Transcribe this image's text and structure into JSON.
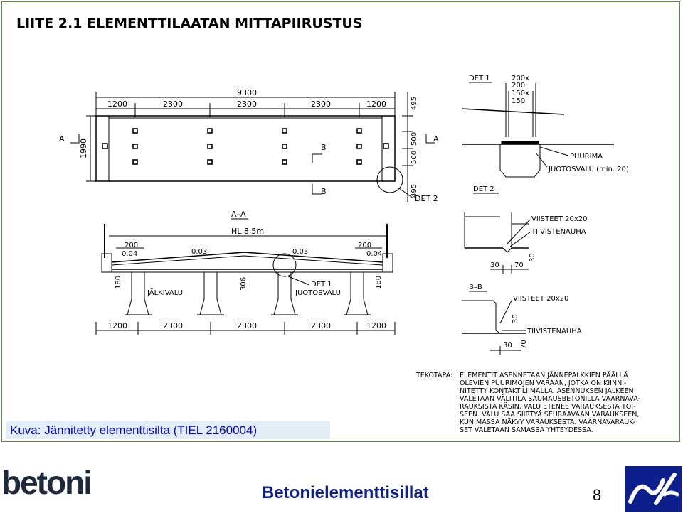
{
  "drawing": {
    "title": "LIITE 2.1 ELEMENTTILAATAN MITTAPIIRUSTUS",
    "plan": {
      "total_width": "9300",
      "spacings": [
        "1200",
        "2300",
        "2300",
        "2300",
        "1200"
      ],
      "height_dim": "1990",
      "right_dims": [
        "495",
        "500",
        "500",
        "495"
      ],
      "section_marks": [
        "A",
        "A",
        "B",
        "B"
      ],
      "det2_label": "DET 2"
    },
    "section_aa": {
      "title": "A–A",
      "hl": "HL 8,5m",
      "slopes": [
        "0.04",
        "0.03",
        "0.03",
        "0.04"
      ],
      "edge_widths": [
        "200",
        "200"
      ],
      "heights": [
        "180",
        "306",
        "180"
      ],
      "labels": [
        "JÄLKIVALU",
        "DET 1",
        "JUOTOSVALU"
      ],
      "bottom_dims": [
        "1200",
        "2300",
        "2300",
        "2300",
        "1200"
      ]
    },
    "det1": {
      "title": "DET 1",
      "dims": [
        "200x",
        "200",
        "150x",
        "150"
      ],
      "labels": [
        "PUURIMA",
        "JUOTOSVALU (min. 20)"
      ]
    },
    "det2": {
      "title": "DET 2",
      "labels": [
        "VIISTEET 20x20",
        "TIIVISTENAUHA"
      ],
      "dims": [
        "30",
        "70",
        "30"
      ]
    },
    "section_bb": {
      "title": "B–B",
      "labels": [
        "VIISTEET 20x20",
        "TIIVISTENAUHA"
      ],
      "dims": [
        "30",
        "70",
        "30"
      ]
    },
    "tekotapa": {
      "label": "TEKOTAPA:",
      "lines": [
        "ELEMENTIT ASENNETAAN JÄNNEPALKKIEN PÄÄLLÄ",
        "OLEVIEN PUURIMOJEN VARAAN, JOTKA ON KIINNI-",
        "NITETTY KONTAKTILIIMALLA. ASENNUKSEN JÄLKEEN",
        "VALETAAN VÄLITILA SAUMAUSBETONILLA VAARNAVA-",
        "RAUKSISTA KÄSIN. VALU ETENEE VARAUKSESTA TOI-",
        "SEEN. VALU SAA SIIRTYÄ SEURAAVAAN VARAUKSEEN,",
        "KUN MASSA NÄKYY VARAUKSESTA. VAARNAVARAUK-",
        "SET VALETAAN SAMASSA YHTEYDESSÄ."
      ]
    }
  },
  "caption": "Kuva: Jännitetty elementtisilta (TIEL 2160004)",
  "footer": {
    "brand": "betoni",
    "title": "Betonielementtisillat",
    "page_number": "8"
  },
  "colors": {
    "frame": "#5a8f3a",
    "caption_text": "#0000c8",
    "footer_title": "#0c1f8c",
    "caption_bg": "#e3edf6"
  }
}
